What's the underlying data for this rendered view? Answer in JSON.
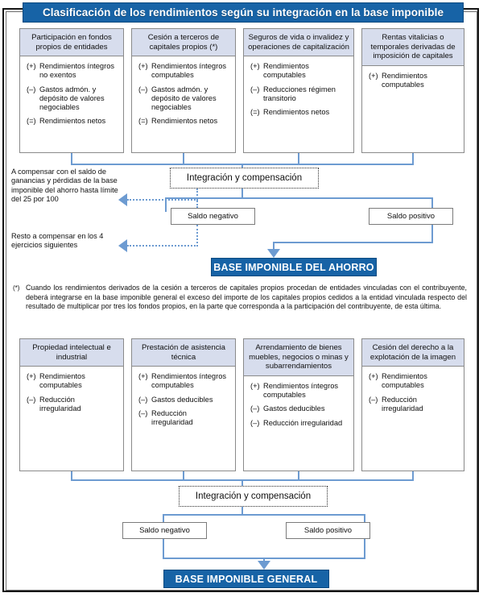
{
  "banner": {
    "title": "Clasificación de los rendimientos según su integración en la base imponible"
  },
  "colors": {
    "banner_blue": "#1763a6",
    "box_header_blue": "#d7dded",
    "connector_blue": "#6d9bd1",
    "box_border_gray": "#8a8a8a",
    "page_border": "#151515"
  },
  "savings_section": {
    "boxes": [
      {
        "title": "Participación en fondos propios de entidades",
        "items": [
          {
            "sign": "(+)",
            "text": "Rendimientos íntegros no exentos"
          },
          {
            "sign": "(–)",
            "text": "Gastos admón. y depósito de valores negociables"
          },
          {
            "sign": "(=)",
            "text": "Rendimientos netos"
          }
        ]
      },
      {
        "title": "Cesión a terceros de capitales propios (*)",
        "items": [
          {
            "sign": "(+)",
            "text": "Rendimientos íntegros computables"
          },
          {
            "sign": "(–)",
            "text": "Gastos admón. y depósito de valores negociables"
          },
          {
            "sign": "(=)",
            "text": "Rendimientos netos"
          }
        ]
      },
      {
        "title": "Seguros de vida o invalidez y operaciones de capitalización",
        "items": [
          {
            "sign": "(+)",
            "text": "Rendimientos computables"
          },
          {
            "sign": "(–)",
            "text": "Reducciones régimen transitorio"
          },
          {
            "sign": "(=)",
            "text": "Rendimientos netos"
          }
        ]
      },
      {
        "title": "Rentas vitalicias o temporales derivadas de imposición de capitales",
        "items": [
          {
            "sign": "(+)",
            "text": "Rendimientos computables"
          }
        ]
      }
    ],
    "integration_label": "Integración y compensación",
    "negative_label": "Saldo negativo",
    "positive_label": "Saldo positivo",
    "note_1": "A compensar con el saldo de ganancias y pérdidas de la base imponible del ahorro hasta límite del 25 por 100",
    "note_2": "Resto a compensar en los 4 ejercicios siguientes",
    "result_label": "BASE IMPONIBLE DEL AHORRO"
  },
  "footnote": {
    "mark": "(*)",
    "text": "Cuando los rendimientos derivados de la cesión a terceros de capitales propios procedan de entidades vinculadas con el contribuyente, deberá integrarse en la base imponible general el exceso del importe de los capitales propios cedidos a la entidad vinculada respecto del resultado de multiplicar por tres los fondos propios, en la parte que corresponda a la participación del contribuyente, de esta última."
  },
  "general_section": {
    "boxes": [
      {
        "title": "Propiedad intelectual e industrial",
        "items": [
          {
            "sign": "(+)",
            "text": "Rendimientos computables"
          },
          {
            "sign": "(–)",
            "text": "Reducción irregularidad"
          }
        ]
      },
      {
        "title": "Prestación de asistencia técnica",
        "items": [
          {
            "sign": "(+)",
            "text": "Rendimientos íntegros computables"
          },
          {
            "sign": "(–)",
            "text": "Gastos deducibles"
          },
          {
            "sign": "(–)",
            "text": "Reducción irregularidad"
          }
        ]
      },
      {
        "title": "Arrendamiento de bienes muebles, negocios o minas y subarrendamientos",
        "items": [
          {
            "sign": "(+)",
            "text": "Rendimientos íntegros computables"
          },
          {
            "sign": "(–)",
            "text": "Gastos deducibles"
          },
          {
            "sign": "(–)",
            "text": "Reducción irregularidad"
          }
        ]
      },
      {
        "title": "Cesión del derecho a la explotación de la imagen",
        "items": [
          {
            "sign": "(+)",
            "text": "Rendimientos computables"
          },
          {
            "sign": "(–)",
            "text": "Reducción irregularidad"
          }
        ]
      }
    ],
    "integration_label": "Integración y compensación",
    "negative_label": "Saldo negativo",
    "positive_label": "Saldo positivo",
    "result_label": "BASE IMPONIBLE GENERAL"
  }
}
